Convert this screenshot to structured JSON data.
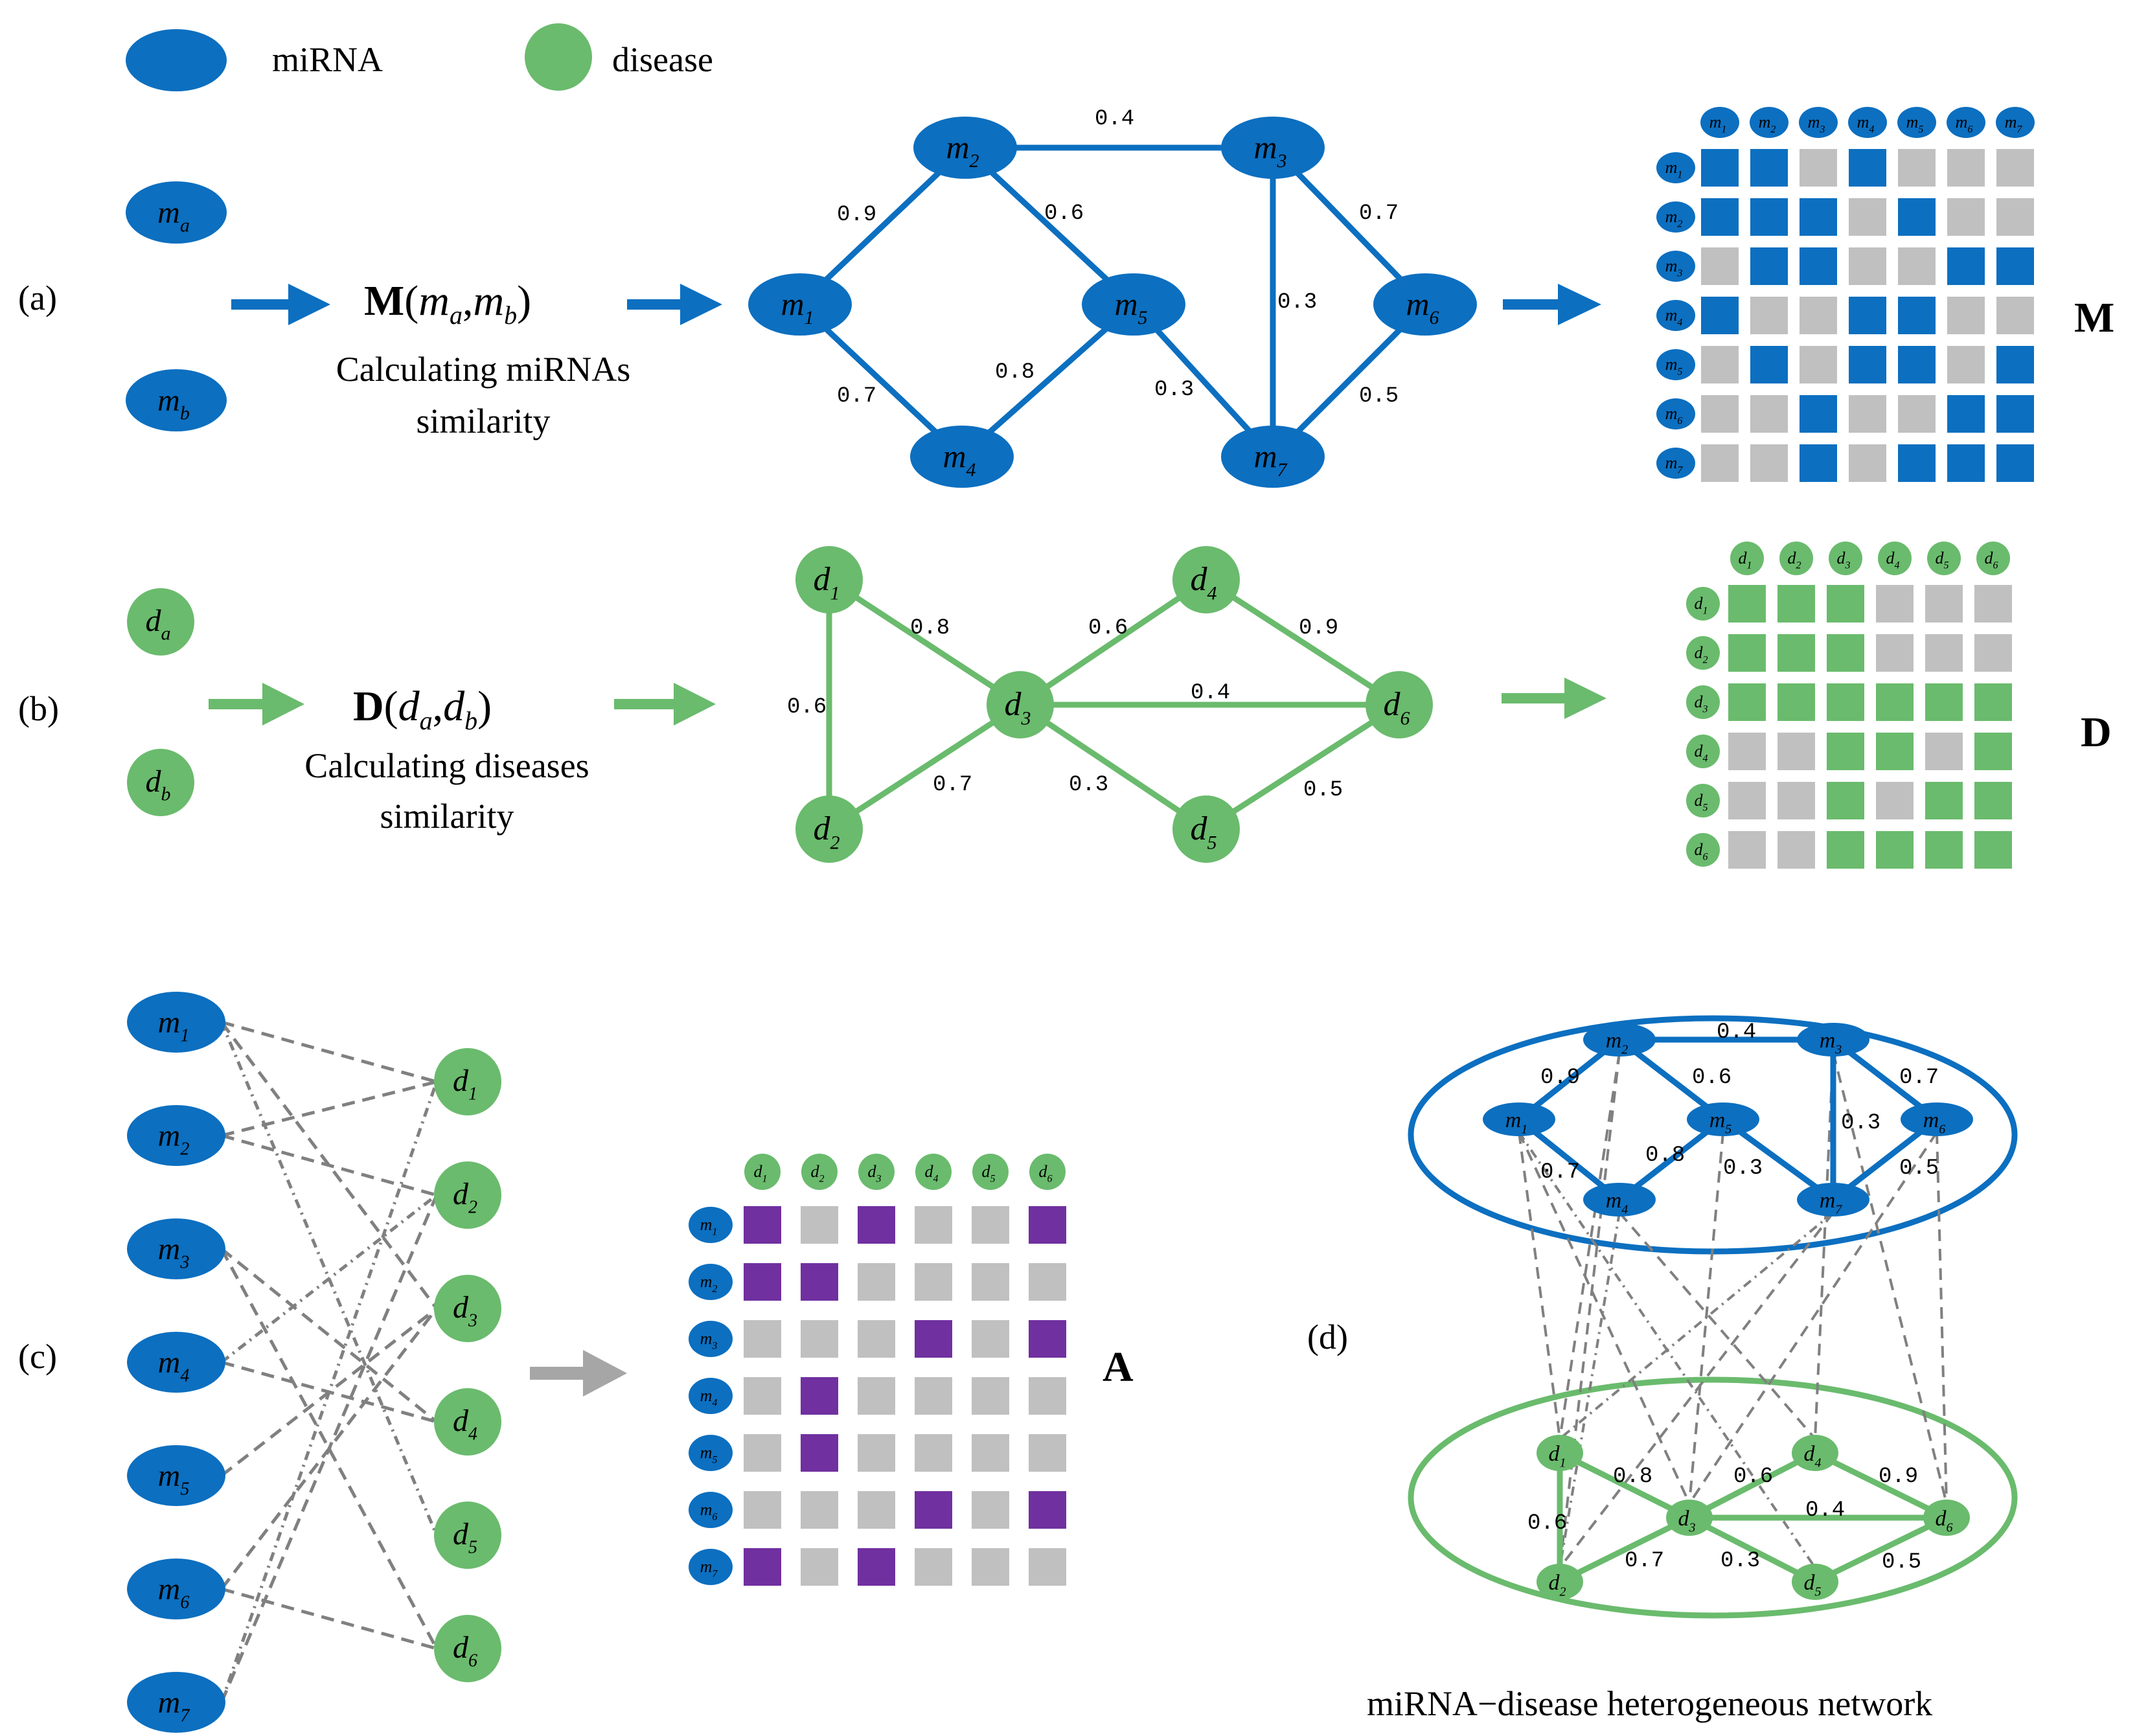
{
  "legend": {
    "mirna_label": "miRNA",
    "disease_label": "disease"
  },
  "panels": {
    "a": {
      "tag": "(a)",
      "formula_main": "M",
      "formula_args": [
        "m",
        "a",
        "m",
        "b"
      ],
      "caption_line1": "Calculating miRNAs",
      "caption_line2": "similarity",
      "inputs": [
        {
          "base": "m",
          "sub": "a"
        },
        {
          "base": "m",
          "sub": "b"
        }
      ],
      "matrix_label": "M"
    },
    "b": {
      "tag": "(b)",
      "formula_main": "D",
      "formula_args": [
        "d",
        "a",
        "d",
        "b"
      ],
      "caption_line1": "Calculating diseases",
      "caption_line2": "similarity",
      "inputs": [
        {
          "base": "d",
          "sub": "a"
        },
        {
          "base": "d",
          "sub": "b"
        }
      ],
      "matrix_label": "D"
    },
    "c": {
      "tag": "(c)",
      "matrix_label": "A"
    },
    "d": {
      "tag": "(d)",
      "caption": "miRNA−disease heterogeneous network"
    }
  },
  "mirna_network": {
    "nodes": [
      "1",
      "2",
      "3",
      "4",
      "5",
      "6",
      "7"
    ],
    "edges": [
      {
        "from": "1",
        "to": "2",
        "weight": "0.9"
      },
      {
        "from": "1",
        "to": "4",
        "weight": "0.7"
      },
      {
        "from": "2",
        "to": "3",
        "weight": "0.4"
      },
      {
        "from": "2",
        "to": "5",
        "weight": "0.6"
      },
      {
        "from": "4",
        "to": "5",
        "weight": "0.8"
      },
      {
        "from": "5",
        "to": "7",
        "weight": "0.3"
      },
      {
        "from": "3",
        "to": "7",
        "weight": "0.3"
      },
      {
        "from": "3",
        "to": "6",
        "weight": "0.7"
      },
      {
        "from": "7",
        "to": "6",
        "weight": "0.5"
      }
    ]
  },
  "disease_network": {
    "nodes": [
      "1",
      "2",
      "3",
      "4",
      "5",
      "6"
    ],
    "edges": [
      {
        "from": "1",
        "to": "2",
        "weight": "0.6"
      },
      {
        "from": "1",
        "to": "3",
        "weight": "0.8"
      },
      {
        "from": "2",
        "to": "3",
        "weight": "0.7"
      },
      {
        "from": "3",
        "to": "4",
        "weight": "0.6"
      },
      {
        "from": "3",
        "to": "5",
        "weight": "0.3"
      },
      {
        "from": "3",
        "to": "6",
        "weight": "0.4"
      },
      {
        "from": "4",
        "to": "6",
        "weight": "0.9"
      },
      {
        "from": "5",
        "to": "6",
        "weight": "0.5"
      }
    ]
  },
  "matrices": {
    "M": {
      "rows": [
        "1",
        "2",
        "3",
        "4",
        "5",
        "6",
        "7"
      ],
      "cols": [
        "1",
        "2",
        "3",
        "4",
        "5",
        "6",
        "7"
      ],
      "cells": [
        [
          1,
          1,
          0,
          1,
          0,
          0,
          0
        ],
        [
          1,
          1,
          1,
          0,
          1,
          0,
          0
        ],
        [
          0,
          1,
          1,
          0,
          0,
          1,
          1
        ],
        [
          1,
          0,
          0,
          1,
          1,
          0,
          0
        ],
        [
          0,
          1,
          0,
          1,
          1,
          0,
          1
        ],
        [
          0,
          0,
          1,
          0,
          0,
          1,
          1
        ],
        [
          0,
          0,
          1,
          0,
          1,
          1,
          1
        ]
      ]
    },
    "D": {
      "rows": [
        "1",
        "2",
        "3",
        "4",
        "5",
        "6"
      ],
      "cols": [
        "1",
        "2",
        "3",
        "4",
        "5",
        "6"
      ],
      "cells": [
        [
          1,
          1,
          1,
          0,
          0,
          0
        ],
        [
          1,
          1,
          1,
          0,
          0,
          0
        ],
        [
          1,
          1,
          1,
          1,
          1,
          1
        ],
        [
          0,
          0,
          1,
          1,
          0,
          1
        ],
        [
          0,
          0,
          1,
          0,
          1,
          1
        ],
        [
          0,
          0,
          1,
          1,
          1,
          1
        ]
      ]
    },
    "A": {
      "rows": [
        "1",
        "2",
        "3",
        "4",
        "5",
        "6",
        "7"
      ],
      "cols": [
        "1",
        "2",
        "3",
        "4",
        "5",
        "6"
      ],
      "cells": [
        [
          1,
          0,
          1,
          0,
          0,
          1
        ],
        [
          1,
          1,
          0,
          0,
          0,
          0
        ],
        [
          0,
          0,
          0,
          1,
          0,
          1
        ],
        [
          0,
          1,
          0,
          0,
          0,
          0
        ],
        [
          0,
          1,
          0,
          0,
          0,
          0
        ],
        [
          0,
          0,
          0,
          1,
          0,
          1
        ],
        [
          1,
          0,
          1,
          0,
          0,
          0
        ]
      ]
    }
  },
  "associations": [
    [
      "1",
      "1"
    ],
    [
      "1",
      "3"
    ],
    [
      "1",
      "5"
    ],
    [
      "2",
      "1"
    ],
    [
      "2",
      "2"
    ],
    [
      "3",
      "4"
    ],
    [
      "3",
      "6"
    ],
    [
      "4",
      "2"
    ],
    [
      "4",
      "4"
    ],
    [
      "5",
      "3"
    ],
    [
      "6",
      "3"
    ],
    [
      "6",
      "6"
    ],
    [
      "7",
      "1"
    ],
    [
      "7",
      "2"
    ]
  ],
  "colors": {
    "mirna": "#0c6fc0",
    "disease": "#6abb6d",
    "association": "#7030a0",
    "empty": "#c0c0c0",
    "dashed": "#808080"
  }
}
